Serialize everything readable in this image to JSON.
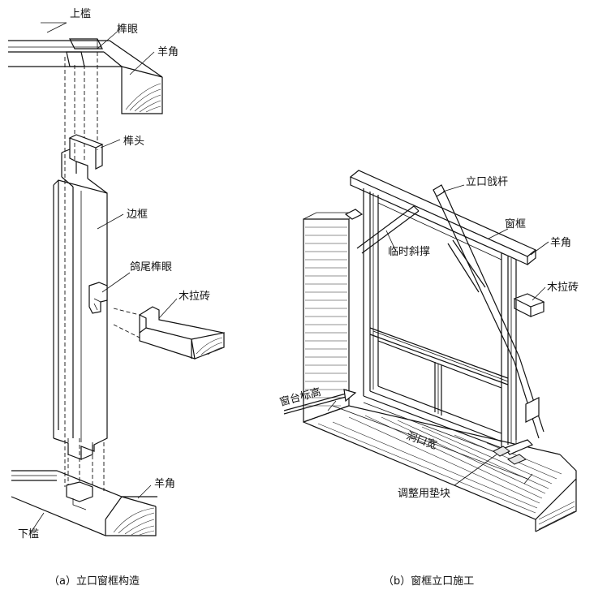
{
  "panel_a": {
    "caption": "（a）立口窗框构造",
    "labels": {
      "top_rail": "上槛",
      "mortise": "榫眼",
      "horn_top": "羊角",
      "tenon": "榫头",
      "side_frame": "边框",
      "dovetail_mortise": "鸽尾榫眼",
      "wood_brick": "木拉砖",
      "horn_bottom": "羊角",
      "bottom_rail": "下槛"
    }
  },
  "panel_b": {
    "caption": "（b）窗框立口施工",
    "labels": {
      "stake": "立口戗杆",
      "frame": "窗框",
      "brace": "临时斜撑",
      "horn": "羊角",
      "wood_brick": "木拉砖",
      "sill_level": "窗台标高",
      "opening_width": "洞口宽",
      "shim": "调整用垫块"
    }
  }
}
